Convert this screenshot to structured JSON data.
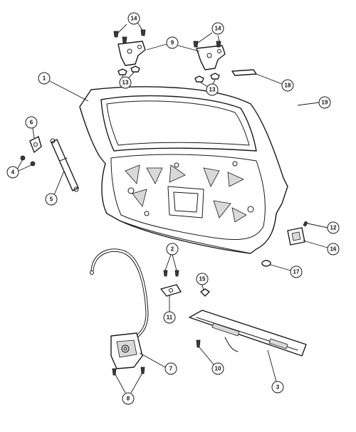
{
  "callouts": [
    {
      "id": "c14a",
      "label": "14"
    },
    {
      "id": "c14b",
      "label": "14"
    },
    {
      "id": "c9",
      "label": "9"
    },
    {
      "id": "c13a",
      "label": "13"
    },
    {
      "id": "c13b",
      "label": "13"
    },
    {
      "id": "c1",
      "label": "1"
    },
    {
      "id": "c18",
      "label": "18"
    },
    {
      "id": "c19",
      "label": "19"
    },
    {
      "id": "c6",
      "label": "6"
    },
    {
      "id": "c4",
      "label": "4"
    },
    {
      "id": "c5",
      "label": "5"
    },
    {
      "id": "c12",
      "label": "12"
    },
    {
      "id": "c16",
      "label": "16"
    },
    {
      "id": "c17",
      "label": "17"
    },
    {
      "id": "c2",
      "label": "2"
    },
    {
      "id": "c15",
      "label": "15"
    },
    {
      "id": "c11",
      "label": "11"
    },
    {
      "id": "c7",
      "label": "7"
    },
    {
      "id": "c10",
      "label": "10"
    },
    {
      "id": "c3",
      "label": "3"
    },
    {
      "id": "c8",
      "label": "8"
    }
  ],
  "colors": {
    "line": "#1a1a1a",
    "background": "#ffffff",
    "shade": "#d9d9d9"
  }
}
